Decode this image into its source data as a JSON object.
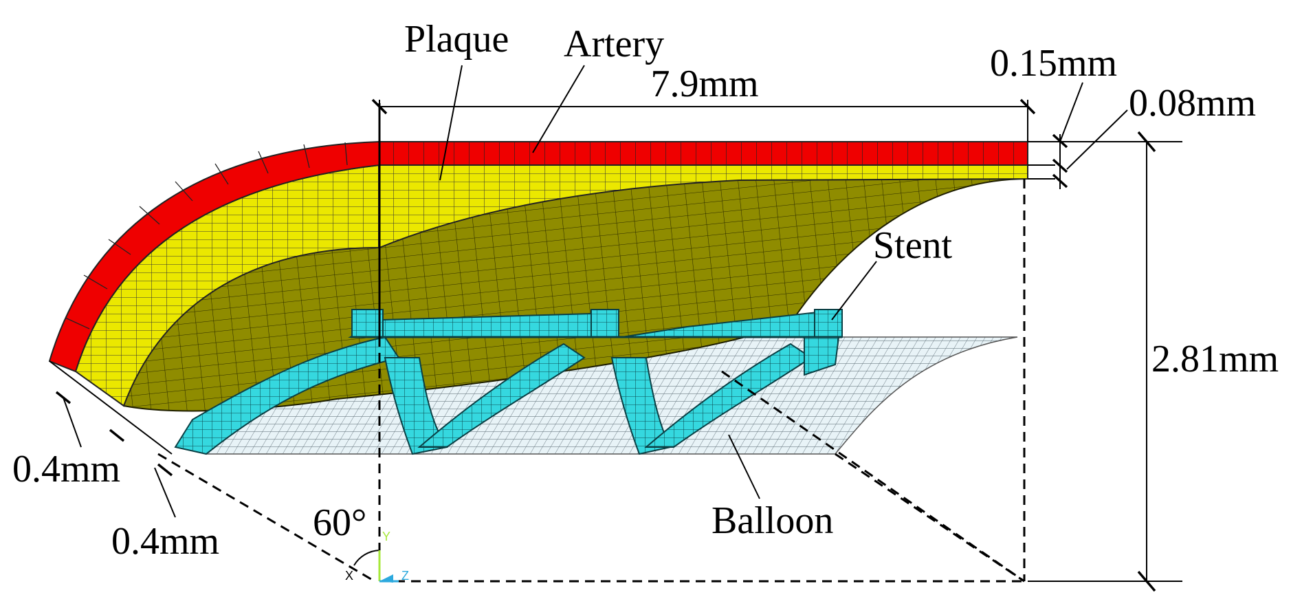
{
  "labels": {
    "plaque": "Plaque",
    "artery": "Artery",
    "stent": "Stent",
    "balloon": "Balloon"
  },
  "dimensions": {
    "length": "7.9mm",
    "artery_thickness": "0.15mm",
    "plaque_thickness": "0.08mm",
    "height": "2.81mm",
    "left_inner": "0.4mm",
    "left_outer": "0.4mm",
    "angle": "60°"
  },
  "axes": {
    "x": "X",
    "y": "Y",
    "z": "Z"
  },
  "colors": {
    "artery": "#ef0000",
    "plaque": "#ebe800",
    "plaque_inner": "#8c8a00",
    "stent": "#35d8df",
    "balloon": "#e6f2f6",
    "axis_y": "#a7e83a",
    "axis_z": "#2ca9de"
  }
}
